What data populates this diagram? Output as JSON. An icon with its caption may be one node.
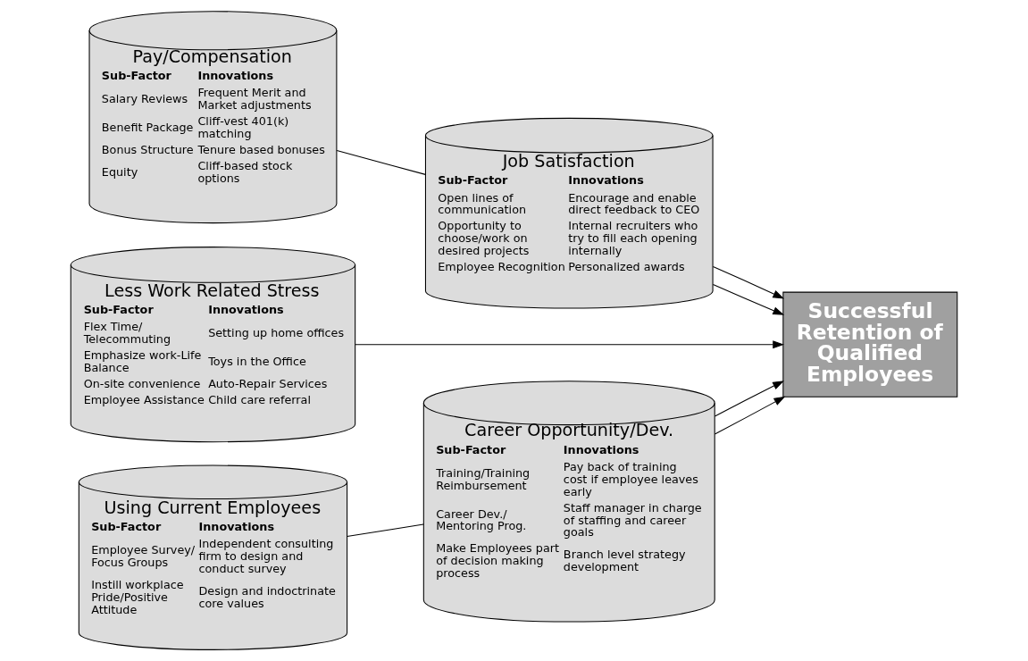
{
  "diagram": {
    "nodes": [
      {
        "text": [
          "Pay/Compensation",
          "Sub-Factor",
          "Innovations",
          "Salary Reviews",
          "Frequent Merit and Market adjustments",
          "Benefit Package",
          "Cliff-vest 401(k) matching",
          "Bonus Structure",
          "Tenure based bonuses",
          "Equity",
          "Cliff-based stock options"
        ]
      },
      {
        "text": [
          "Job Satisfaction",
          "Sub-Factor",
          "Innovations",
          "Open lines of communication",
          "Encourage and enable direct feedback to CEO",
          "Opportunity to choose/work on desired projects",
          "Internal recruiters who try to fill each opening internally",
          "Employee Recognition",
          "Personalized awards"
        ]
      },
      {
        "text": [
          "Less Work Related Stress",
          "Sub-Factor",
          "Innovations",
          "Flex Time/ Telecommuting",
          "Setting up home offices",
          "Emphasize work-Life Balance",
          "Toys in the Office",
          "On-site convenience",
          "Auto-Repair Services",
          "Employee Assistance",
          "Child care referral"
        ]
      },
      {
        "text": [
          "Career Opportunity/Dev.",
          "Sub-Factor",
          "Innovations",
          "Training/Training Reimbursement",
          "Pay back of training cost if employee leaves early",
          "Career Dev./ Mentoring Prog.",
          "Staff manager in charge of staffing and career goals",
          "Make Employees part of decision making process",
          "Branch level strategy development"
        ]
      },
      {
        "text": [
          "Using Current Employees",
          "Sub-Factor",
          "Innovations",
          "Employee Survey/ Focus Groups",
          "Independent consulting firm to design and conduct survey",
          "Instill workplace Pride/Positive Attitude",
          "Design and indoctrinate core values"
        ]
      },
      {
        "text": [
          "Successful Retention of Qualified Employees"
        ]
      }
    ],
    "edges": [
      {
        "from": 0,
        "to": 1,
        "arrow": "none"
      },
      {
        "from": 1,
        "to": 5,
        "arrow": "to"
      },
      {
        "from": 1,
        "to": 5,
        "arrow": "to"
      },
      {
        "from": 2,
        "to": 5,
        "arrow": "to"
      },
      {
        "from": 3,
        "to": 5,
        "arrow": "to"
      },
      {
        "from": 3,
        "to": 5,
        "arrow": "to"
      },
      {
        "from": 4,
        "to": 3,
        "arrow": "none"
      }
    ]
  }
}
